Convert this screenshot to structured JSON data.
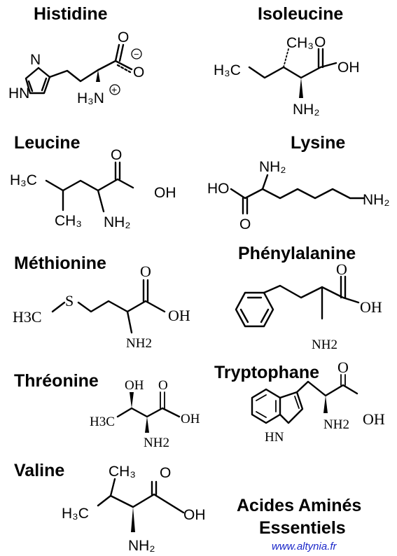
{
  "molecules": {
    "histidine": {
      "title": "Histidine",
      "atoms": {
        "n_ring": "N",
        "nh_ring": "HN",
        "o_top": "O",
        "o_right": "O",
        "amine": "H₃N",
        "plus": "+",
        "minus": "−"
      }
    },
    "isoleucine": {
      "title": "Isoleucine",
      "atoms": {
        "ch3_top": "CH₃",
        "h3c_left": "H₃C",
        "o_top": "O",
        "oh": "OH",
        "nh2": "NH₂"
      }
    },
    "leucine": {
      "title": "Leucine",
      "atoms": {
        "h3c": "H₃C",
        "ch3": "CH₃",
        "nh2": "NH₂",
        "o_top": "O",
        "oh": "OH"
      }
    },
    "lysine": {
      "title": "Lysine",
      "atoms": {
        "nh2_top": "NH₂",
        "ho": "HO",
        "o_bottom": "O",
        "nh2_end": "NH₂"
      }
    },
    "methionine": {
      "title": "Méthionine",
      "atoms": {
        "s": "S",
        "h3c": "H3C",
        "o_top": "O",
        "oh": "OH",
        "nh2": "NH2"
      }
    },
    "phenylalanine": {
      "title": "Phénylalanine",
      "atoms": {
        "o_top": "O",
        "oh": "OH",
        "nh2": "NH2"
      }
    },
    "threonine": {
      "title": "Thréonine",
      "atoms": {
        "oh_top": "OH",
        "o_top": "O",
        "h3c": "H3C",
        "oh": "OH",
        "nh2": "NH2"
      }
    },
    "tryptophane": {
      "title": "Tryptophane",
      "atoms": {
        "o_top": "O",
        "oh": "OH",
        "hn": "HN",
        "nh2": "NH2"
      }
    },
    "valine": {
      "title": "Valine",
      "atoms": {
        "ch3_top": "CH₃",
        "h3c": "H₃C",
        "o_top": "O",
        "oh": "OH",
        "nh2": "NH₂"
      }
    }
  },
  "footer": {
    "line1": "Acides Aminés",
    "line2": "Essentiels",
    "url": "www.altynia.fr"
  }
}
